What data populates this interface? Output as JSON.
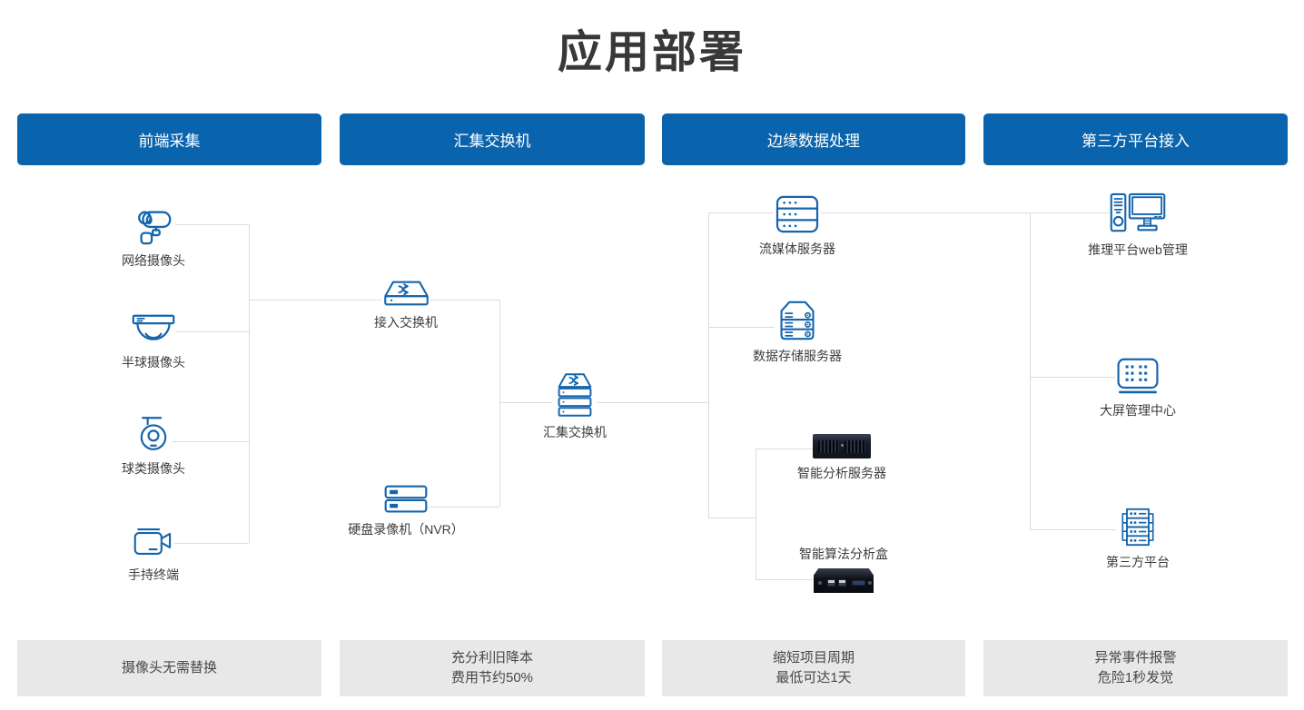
{
  "title": "应用部署",
  "headers": [
    "前端采集",
    "汇集交换机",
    "边缘数据处理",
    "第三方平台接入"
  ],
  "nodes": {
    "network_camera": "网络摄像头",
    "dome_camera": "半球摄像头",
    "ball_camera": "球类摄像头",
    "handheld_terminal": "手持终端",
    "access_switch": "接入交换机",
    "nvr": "硬盘录像机（NVR）",
    "aggregation_switch": "汇集交换机",
    "streaming_server": "流媒体服务器",
    "storage_server": "数据存储服务器",
    "analysis_server": "智能分析服务器",
    "analysis_box": "智能算法分析盒",
    "inference_platform": "推理平台web管理",
    "big_screen_center": "大屏管理中心",
    "third_party_platform": "第三方平台"
  },
  "footers": [
    {
      "line1": "摄像头无需替换",
      "line2": ""
    },
    {
      "line1": "充分利旧降本",
      "line2": "费用节约50%"
    },
    {
      "line1": "缩短项目周期",
      "line2": "最低可达1天"
    },
    {
      "line1": "异常事件报警",
      "line2": "危险1秒发觉"
    }
  ],
  "icons": {
    "network_camera": "bullet-camera-icon",
    "dome_camera": "dome-camera-icon",
    "ball_camera": "ptz-camera-icon",
    "handheld_terminal": "camcorder-icon",
    "access_switch": "switch-icon",
    "nvr": "nvr-icon",
    "aggregation_switch": "stacked-switch-icon",
    "streaming_server": "server-rack-icon",
    "storage_server": "storage-server-icon",
    "analysis_server": "rack-server-photo",
    "analysis_box": "analysis-box-photo",
    "inference_platform": "desktop-computer-icon",
    "big_screen_center": "led-wall-icon",
    "third_party_platform": "server-cluster-icon"
  },
  "colors": {
    "button_blue": "#0a64ad",
    "icon_blue": "#1565ad",
    "line_gray": "#dcdcdc",
    "footer_bg": "#e8e8e8",
    "text_dark": "#3d3d3d",
    "title_color": "#383838"
  }
}
